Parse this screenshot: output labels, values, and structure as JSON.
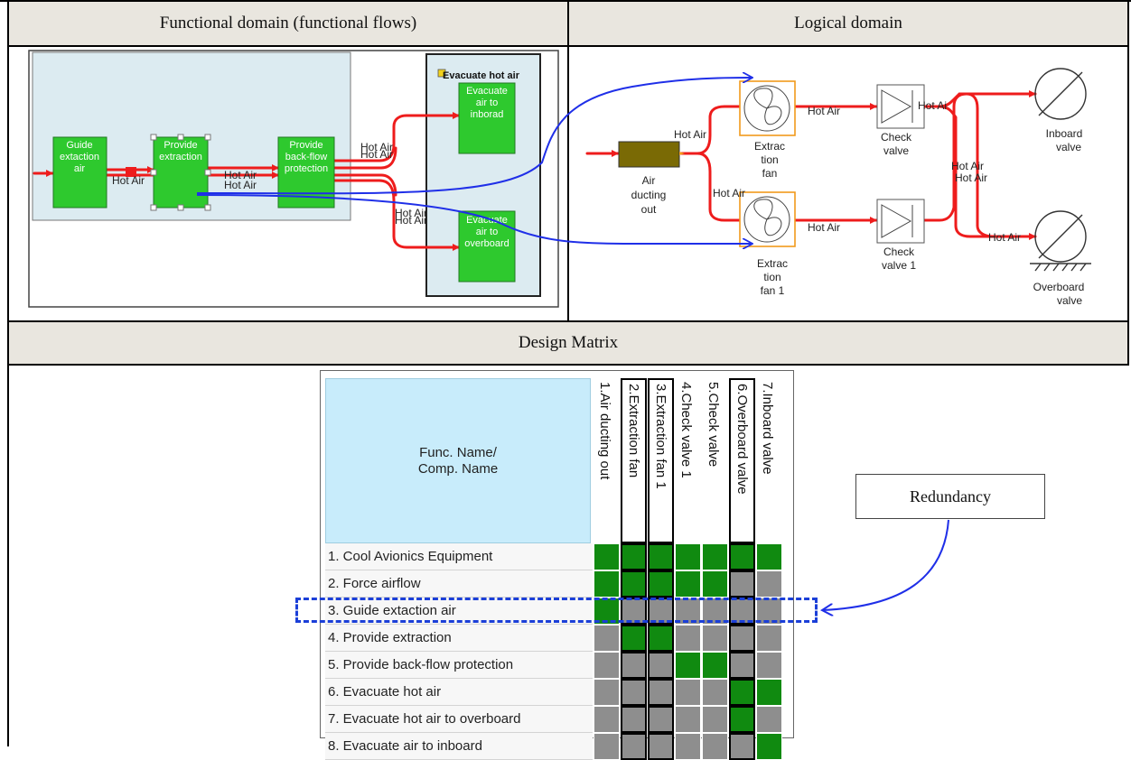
{
  "headers": {
    "functional": "Functional domain (functional flows)",
    "logical": "Logical domain",
    "matrix": "Design Matrix"
  },
  "functional": {
    "container_title": "Evacuate hot air",
    "blocks": {
      "guide": [
        "Guide",
        "extaction",
        "air"
      ],
      "provide": [
        "Provide",
        "extraction"
      ],
      "backflow": [
        "Provide",
        "back-flow",
        "protection"
      ],
      "inboard": [
        "Evacuate",
        "air to",
        "inborad"
      ],
      "overboard": [
        "Evacuate",
        "air to",
        "overboard"
      ]
    },
    "flow_label": "Hot Air"
  },
  "logical": {
    "ducting": [
      "Air",
      "ducting",
      "out"
    ],
    "fan": [
      "Extrac",
      "tion",
      "fan"
    ],
    "fan1": [
      "Extrac",
      "tion",
      "fan 1"
    ],
    "check": [
      "Check",
      "valve"
    ],
    "check1": [
      "Check",
      "valve 1"
    ],
    "inboard": [
      "Inboard",
      "valve"
    ],
    "overboard": [
      "Overboard",
      "valve"
    ],
    "flow_label": "Hot Air",
    "flow_label_partial": "Hot Ai"
  },
  "matrix": {
    "corner": [
      "Func. Name/",
      "Comp. Name"
    ],
    "columns": [
      "1.Air ducting out",
      "2.Extraction fan",
      "3.Extraction fan 1",
      "4.Check valve 1",
      "5.Check valve",
      "6.Overboard valve",
      "7.Inboard valve"
    ],
    "highlight_columns": [
      1,
      2,
      5
    ],
    "rows": [
      {
        "label": "1. Cool Avionics Equipment",
        "cells": [
          "g",
          "g",
          "g",
          "g",
          "g",
          "g",
          "g"
        ]
      },
      {
        "label": "2. Force airflow",
        "cells": [
          "g",
          "g",
          "g",
          "g",
          "g",
          "x",
          "x"
        ]
      },
      {
        "label": "3. Guide extaction air",
        "cells": [
          "g",
          "x",
          "x",
          "x",
          "x",
          "x",
          "x"
        ]
      },
      {
        "label": "4. Provide extraction",
        "cells": [
          "x",
          "g",
          "g",
          "x",
          "x",
          "x",
          "x"
        ]
      },
      {
        "label": "5. Provide back-flow protection",
        "cells": [
          "x",
          "x",
          "x",
          "g",
          "g",
          "x",
          "x"
        ]
      },
      {
        "label": "6. Evacuate hot air",
        "cells": [
          "x",
          "x",
          "x",
          "x",
          "x",
          "g",
          "g"
        ]
      },
      {
        "label": "7. Evacuate hot air to overboard",
        "cells": [
          "x",
          "x",
          "x",
          "x",
          "x",
          "g",
          "x"
        ]
      },
      {
        "label": "8. Evacuate air to inboard",
        "cells": [
          "x",
          "x",
          "x",
          "x",
          "x",
          "x",
          "g"
        ]
      }
    ]
  },
  "annotation": {
    "redundancy": "Redundancy"
  },
  "colors": {
    "header_bg": "#e9e6df",
    "block_green": "#2ec92e",
    "flow_red": "#ee1c1c",
    "link_blue": "#1f2fe8",
    "cell_green": "#108a10",
    "cell_gray": "#8e8e8e",
    "matrix_corner": "#c8ecfb"
  }
}
